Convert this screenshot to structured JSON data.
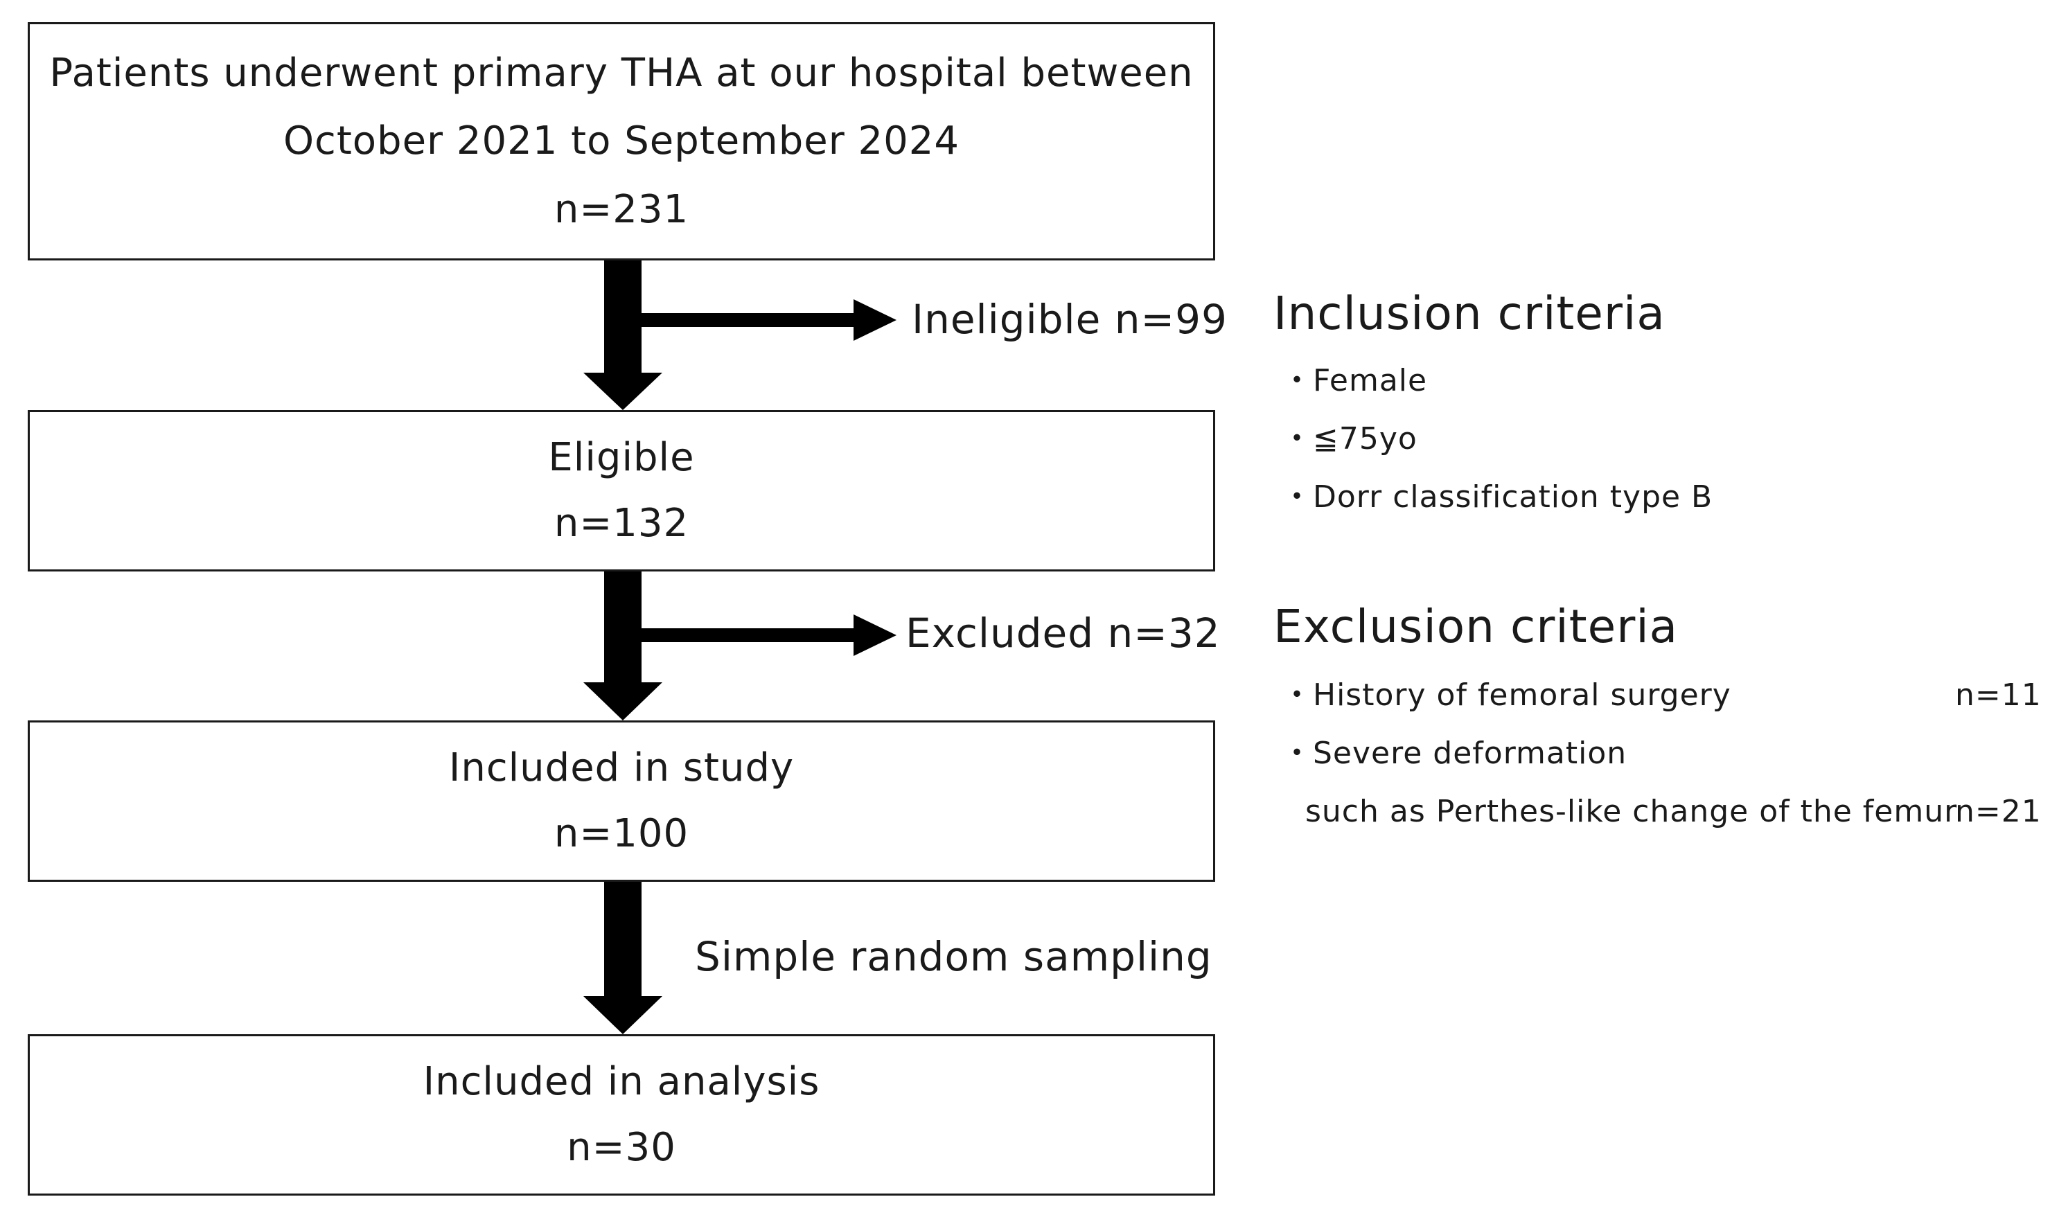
{
  "boxes": {
    "enrolled": {
      "line1": "Patients underwent primary THA at our hospital between",
      "line2": "October 2021 to September 2024",
      "n": "n=231"
    },
    "eligible": {
      "label": "Eligible",
      "n": "n=132"
    },
    "included_study": {
      "label": "Included in study",
      "n": "n=100"
    },
    "included_analysis": {
      "label": "Included in analysis",
      "n": "n=30"
    }
  },
  "side_labels": {
    "ineligible": "Ineligible n=99",
    "excluded": "Excluded n=32",
    "sampling": "Simple random sampling"
  },
  "inclusion": {
    "heading": "Inclusion criteria",
    "items": [
      "・Female",
      "・≦75yo",
      "・Dorr classification type B"
    ]
  },
  "exclusion": {
    "heading": "Exclusion criteria",
    "items": [
      {
        "text": "・History of femoral surgery",
        "count": "n=11"
      },
      {
        "text": "・Severe deformation",
        "count": ""
      },
      {
        "text": "such as Perthes-like change of the femur",
        "count": "n=21"
      }
    ]
  }
}
